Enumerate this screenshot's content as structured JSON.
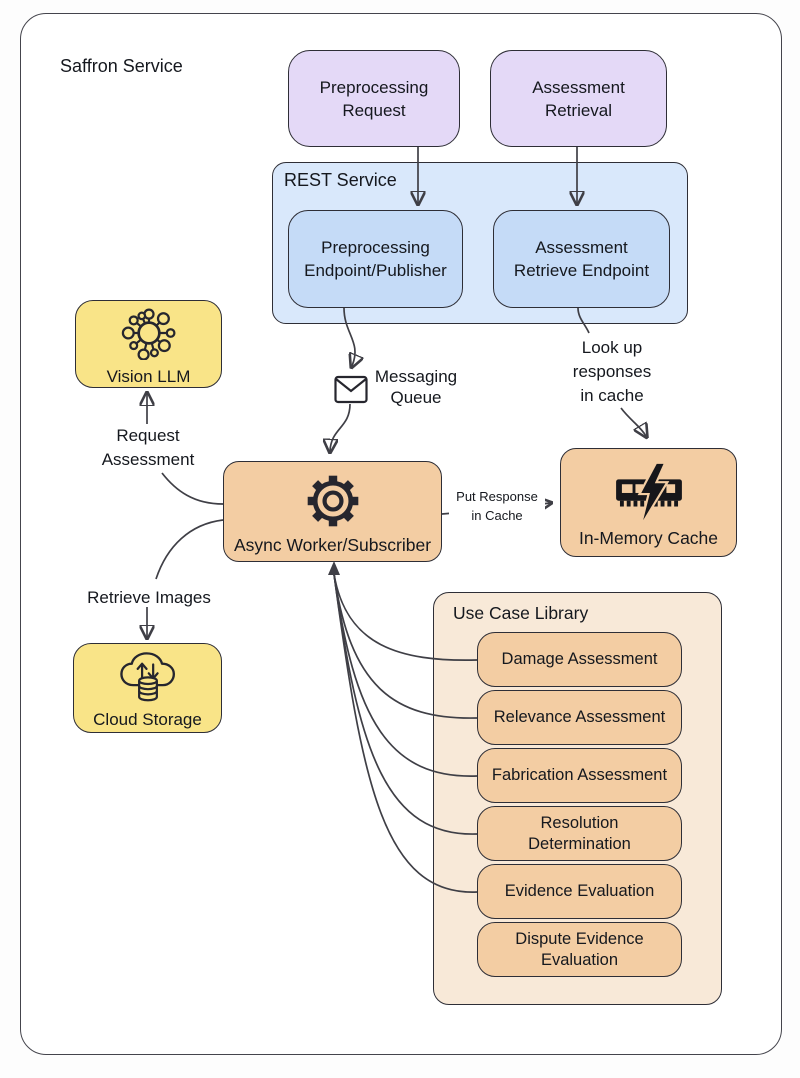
{
  "diagram_title": "Saffron Service",
  "nodes": {
    "preprocessing_request": "Preprocessing\nRequest",
    "assessment_retrieval": "Assessment\nRetrieval",
    "rest_service_title": "REST Service",
    "preprocessing_endpoint": "Preprocessing\nEndpoint/Publisher",
    "assessment_retrieve_endpoint": "Assessment\nRetrieve Endpoint",
    "messaging_queue": "Messaging\nQueue",
    "async_worker": "Async Worker/Subscriber",
    "in_memory_cache": "In-Memory Cache",
    "vision_llm": "Vision LLM",
    "cloud_storage": "Cloud Storage",
    "use_case_library_title": "Use Case Library"
  },
  "use_cases": [
    "Damage Assessment",
    "Relevance Assessment",
    "Fabrication Assessment",
    "Resolution\nDetermination",
    "Evidence Evaluation",
    "Dispute Evidence\nEvaluation"
  ],
  "edge_labels": {
    "request_assessment": "Request\nAssessment",
    "retrieve_images": "Retrieve Images",
    "look_up_responses": "Look up\nresponses\nin cache",
    "put_response": "Put Response\nin Cache"
  },
  "icons": {
    "messaging_queue": "envelope-icon",
    "async_worker": "gear-icon",
    "in_memory_cache": "ram-lightning-icon",
    "vision_llm": "neural-network-icon",
    "cloud_storage": "cloud-database-icon"
  },
  "colors": {
    "purple": "#e4d9f7",
    "blue_container": "#d9e8fb",
    "blue": "#c5dbf7",
    "orange": "#f3cda3",
    "orange_container": "#f8e9d8",
    "yellow": "#f9e488",
    "line": "#3f3f46",
    "border": "#2e2e36",
    "text": "#15181e"
  }
}
